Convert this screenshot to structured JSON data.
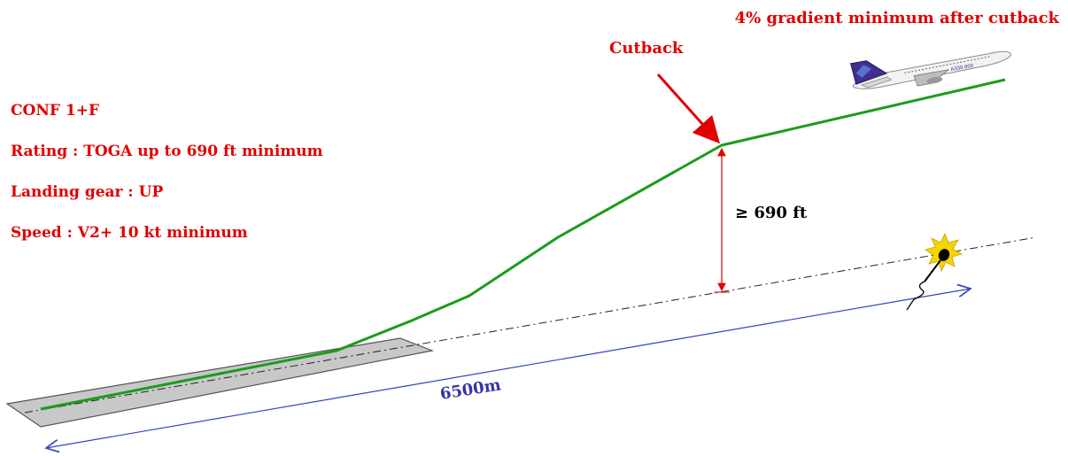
{
  "title_note": "4% gradient minimum after cutback",
  "cutback_label": "Cutback",
  "conditions": [
    "CONF 1+F",
    "Rating : TOGA up to 690 ft minimum",
    "Landing gear : UP",
    "Speed : V2+ 10 kt minimum"
  ],
  "height_label": "≥ 690 ft",
  "distance_label": "6500m",
  "aircraft": {
    "type_marking": "A330-900",
    "icon": "aircraft-icon"
  },
  "noise_sensor_icon": "microphone-icon",
  "colors": {
    "flight_path": "#1a9c1a",
    "annotation_red": "#e00000",
    "distance_blue": "#3344bb",
    "runway_fill": "#c8c8c8",
    "runway_stroke": "#555555",
    "extended_centerline": "#222222"
  }
}
